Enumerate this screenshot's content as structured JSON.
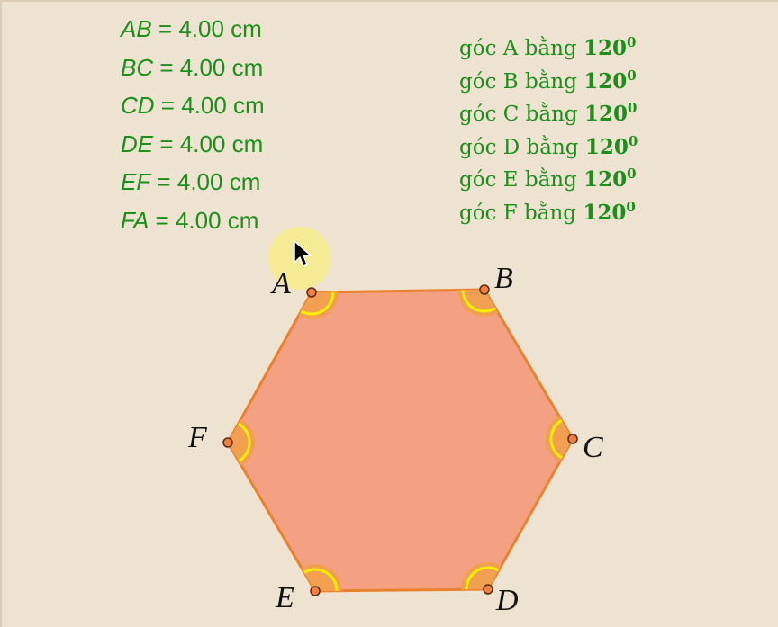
{
  "measurements": [
    {
      "segment": "AB",
      "value": "= 4.00 cm"
    },
    {
      "segment": "BC",
      "value": "= 4.00 cm"
    },
    {
      "segment": "CD",
      "value": "= 4.00 cm"
    },
    {
      "segment": "DE",
      "value": "= 4.00 cm"
    },
    {
      "segment": "EF",
      "value": "= 4.00 cm"
    },
    {
      "segment": "FA",
      "value": "= 4.00 cm"
    }
  ],
  "angles": [
    {
      "label": "góc A bằng",
      "value": "120",
      "unit": "0"
    },
    {
      "label": "góc B bằng",
      "value": "120",
      "unit": "0"
    },
    {
      "label": "góc C bằng",
      "value": "120",
      "unit": "0"
    },
    {
      "label": "góc D bằng",
      "value": "120",
      "unit": "0"
    },
    {
      "label": "góc E bằng",
      "value": "120",
      "unit": "0"
    },
    {
      "label": "góc F bằng",
      "value": "120",
      "unit": "0"
    }
  ],
  "hexagon": {
    "vertices": [
      {
        "label": "A"
      },
      {
        "label": "B"
      },
      {
        "label": "C"
      },
      {
        "label": "D"
      },
      {
        "label": "E"
      },
      {
        "label": "F"
      }
    ]
  },
  "colors": {
    "background": "#eee3d0",
    "text_green": "#1a8f1a",
    "hexagon_fill": "#f4a083",
    "hexagon_stroke": "#e8822e",
    "angle_sector_fill": "#f0a050",
    "angle_arc": "#ffee00",
    "point_fill": "#f08040",
    "cursor_highlight": "#f5ec8a"
  }
}
